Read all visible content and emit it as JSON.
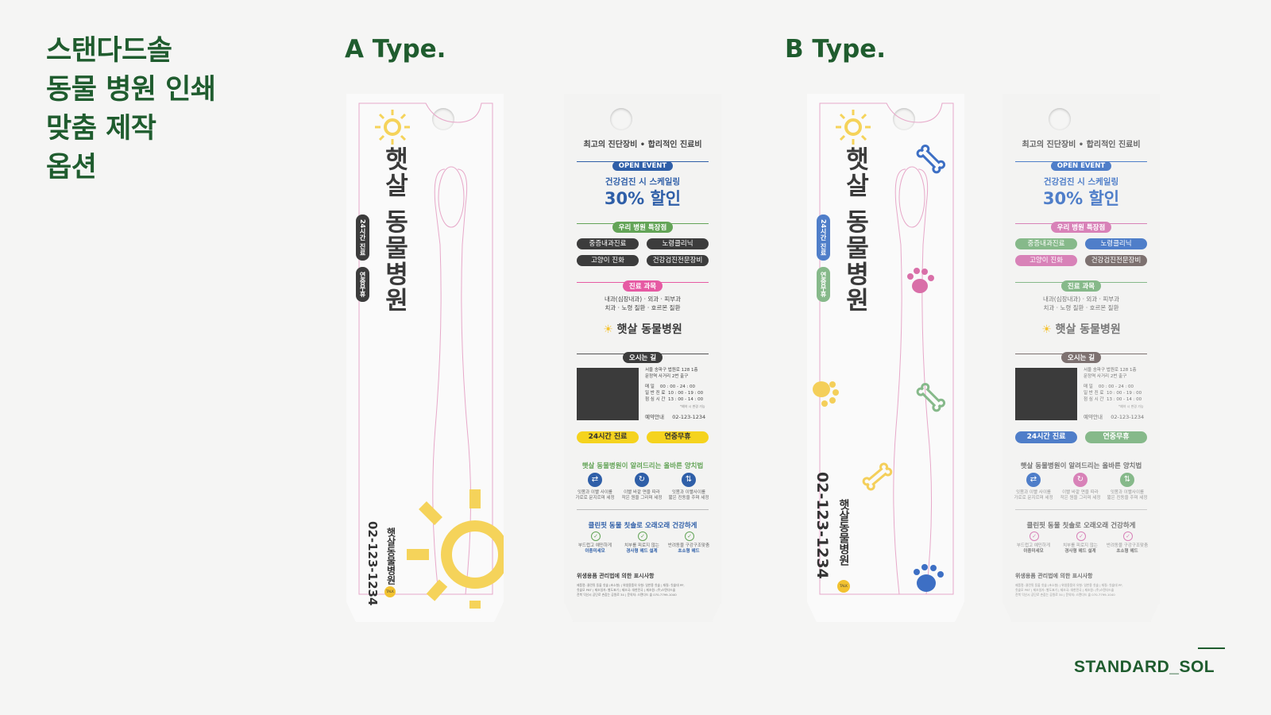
{
  "headline": [
    "스탠다드솔",
    "동물 병원 인쇄",
    "맞춤 제작",
    "옵션"
  ],
  "type_a_label": "A Type.",
  "type_b_label": "B Type.",
  "brand": "STANDARD_SOL",
  "front": {
    "hospital_name": "햇살 동물병원",
    "pill_24h": "24시간 진료",
    "pill_holiday": "연중무휴",
    "phone": "02-123-1234",
    "small_name": "햇살동물병원",
    "talk_badge": "TALK"
  },
  "back": {
    "top_line": "최고의 진단장비 • 합리적인 진료비",
    "open_event": "OPEN EVENT",
    "event_line": "건강검진 시 스케일링",
    "discount": "30% 할인",
    "feature_badge": "우리 병원 특장점",
    "tags": [
      "중증내과진료",
      "노령클리닉",
      "고양이 진화",
      "건강검진전문장비"
    ],
    "subject_badge": "진료 과목",
    "subjects_1": "내과(심장내과) · 외과 · 피부과",
    "subjects_2": "치과 · 노령 질환 · 호르몬 질환",
    "hospital_name": "햇살 동물병원",
    "direction_badge": "오시는 길",
    "address_1": "서울 송파구 법원로 128 1층",
    "address_2": "문정역 사거리 2번 출구",
    "hours": [
      {
        "label": "매      일",
        "time": "00 : 00 - 24 : 00"
      },
      {
        "label": "일 반 진 료",
        "time": "10 : 00 - 19 : 00"
      },
      {
        "label": "점 심 시 간",
        "time": "13 : 00 - 14 : 00"
      }
    ],
    "hours_note": "*예약 시 변경 가능",
    "reserve_label": "예약안내",
    "reserve_phone": "02-123-1234",
    "pill_24h": "24시간 진료",
    "pill_holiday": "연중무휴",
    "brushing_title_a": "햇살 동물병원이 알려드리는 올바른 양치법",
    "brushing_title_b": "햇살 동물병원이 알려드리는 올바른 양치법",
    "steps": [
      {
        "icon": "⇄",
        "line1": "잇몸과 이빨 사이를",
        "line2": "가로로 문지르며 세정"
      },
      {
        "icon": "↻",
        "line1": "이빨 바깥 면을 따라",
        "line2": "작은 원을 그리며 세정"
      },
      {
        "icon": "⇅",
        "line1": "잇몸과 이빨사이를",
        "line2": "짧은 진동을 주며 세정"
      }
    ],
    "clean_title": "클린핏 동물 칫솔로 오래오래 건강하게",
    "features": [
      {
        "line1": "부드럽고 예민하게",
        "line2": "이중미세모"
      },
      {
        "line1": "치부를 피로지 않는",
        "line2": "경사형 헤드 설계"
      },
      {
        "line1": "반려동물 구강구조맞춤",
        "line2": "초소형 헤드"
      }
    ],
    "notice_title": "위생용품 관리법에 의한 표시사항",
    "notice_1": "제품명: 클린핏 동물 칫솔 (초소형) | 위생용품의 유형: 일반용 칫솔 | 재질: 칫솔대 PP,",
    "notice_2": "칫솔모 PBT | 제조일자: 별도표기 | 제조국: 대한민국 | 제조원: (주)스탠다드솔",
    "notice_3": "전북 익산시 공단로 손잡는 공원로 34 | 문의처: 스탠다드 솔 070-7799-1040"
  },
  "colors": {
    "brand_green": "#1f5c2e",
    "sun_yellow": "#f5d35a",
    "event_blue": "#2f5fa8",
    "event_green": "#63a457",
    "pink": "#e65aa3",
    "dark_pill": "#3c3c3c",
    "pastel_green": "#86b98a",
    "pastel_pink": "#d882b8",
    "pastel_blue": "#4f7ec9",
    "pastel_gray": "#7d7170",
    "paw_yellow": "#f4cf5a",
    "paw_pink": "#d96fa8",
    "paw_blue": "#3d6fc4"
  },
  "icons": [
    "sun-icon",
    "bone-icon",
    "paw-icon",
    "talk-icon"
  ]
}
